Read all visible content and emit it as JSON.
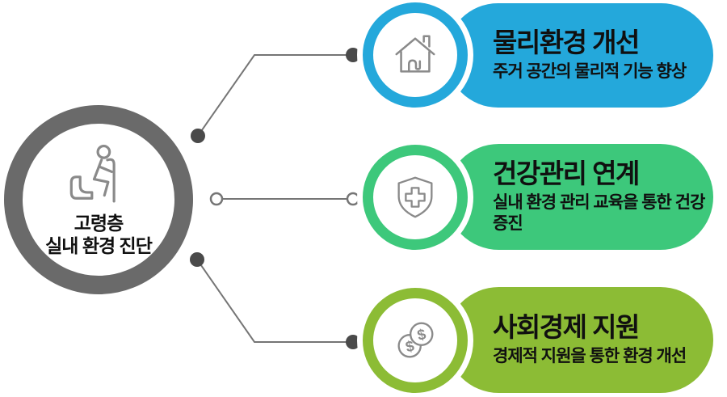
{
  "hub": {
    "title_line1": "고령층",
    "title_line2": "실내 환경 진단",
    "icon": "elderly-person-icon"
  },
  "items": [
    {
      "id": "physical-environment",
      "title": "물리환경 개선",
      "subtitle": "주거 공간의 물리적 기능 향상",
      "icon": "house-icon",
      "color": "#24A8DB"
    },
    {
      "id": "health-management",
      "title": "건강관리 연계",
      "subtitle": "실내 환경 관리 교육을 통한 건강 증진",
      "icon": "shield-cross-icon",
      "color": "#3DC87B"
    },
    {
      "id": "socioeconomic-support",
      "title": "사회경제 지원",
      "subtitle": "경제적 지원을 통한 환경 개선",
      "icon": "coins-icon",
      "color": "#8CBC35"
    }
  ],
  "icons": {
    "dollar": "$"
  },
  "colors": {
    "hub_ring": "#6A6A6A",
    "connector_line": "#757575",
    "connector_dot": "#4A4A4A",
    "icon_stroke": "#8A8A8A",
    "text": "#101010",
    "background": "#FFFFFF"
  }
}
